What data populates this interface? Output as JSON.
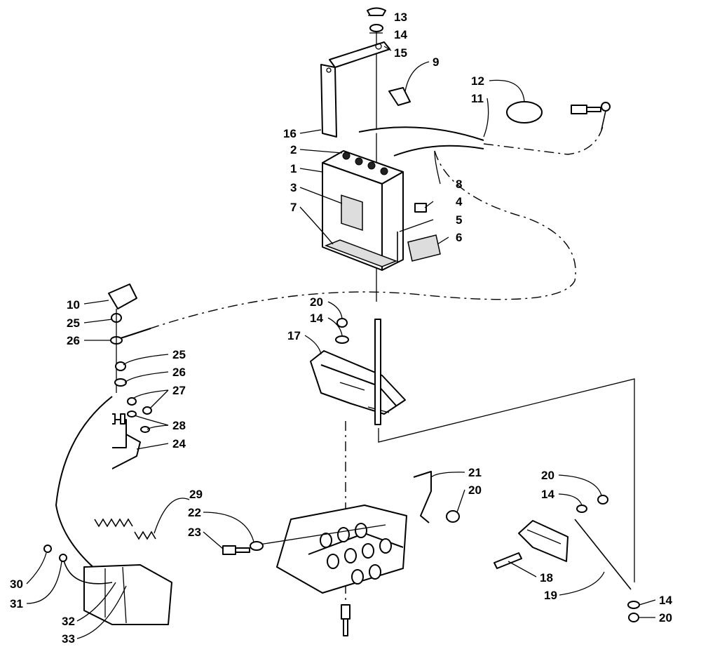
{
  "diagram": {
    "callouts": [
      {
        "id": "c13",
        "text": "13"
      },
      {
        "id": "c14a",
        "text": "14"
      },
      {
        "id": "c15",
        "text": "15"
      },
      {
        "id": "c9",
        "text": "9"
      },
      {
        "id": "c12",
        "text": "12"
      },
      {
        "id": "c11",
        "text": "11"
      },
      {
        "id": "c16",
        "text": "16"
      },
      {
        "id": "c2",
        "text": "2"
      },
      {
        "id": "c1",
        "text": "1"
      },
      {
        "id": "c8",
        "text": "8"
      },
      {
        "id": "c3",
        "text": "3"
      },
      {
        "id": "c4",
        "text": "4"
      },
      {
        "id": "c7",
        "text": "7"
      },
      {
        "id": "c5",
        "text": "5"
      },
      {
        "id": "c6",
        "text": "6"
      },
      {
        "id": "c10",
        "text": "10"
      },
      {
        "id": "c20a",
        "text": "20"
      },
      {
        "id": "c14b",
        "text": "14"
      },
      {
        "id": "c25a",
        "text": "25"
      },
      {
        "id": "c26a",
        "text": "26"
      },
      {
        "id": "c17",
        "text": "17"
      },
      {
        "id": "c25b",
        "text": "25"
      },
      {
        "id": "c26b",
        "text": "26"
      },
      {
        "id": "c27",
        "text": "27"
      },
      {
        "id": "c28",
        "text": "28"
      },
      {
        "id": "c24",
        "text": "24"
      },
      {
        "id": "c21",
        "text": "21"
      },
      {
        "id": "c20b",
        "text": "20"
      },
      {
        "id": "c29",
        "text": "29"
      },
      {
        "id": "c22",
        "text": "22"
      },
      {
        "id": "c20c",
        "text": "20"
      },
      {
        "id": "c14c",
        "text": "14"
      },
      {
        "id": "c23",
        "text": "23"
      },
      {
        "id": "c18",
        "text": "18"
      },
      {
        "id": "c19",
        "text": "19"
      },
      {
        "id": "c14d",
        "text": "14"
      },
      {
        "id": "c20d",
        "text": "20"
      },
      {
        "id": "c30",
        "text": "30"
      },
      {
        "id": "c31",
        "text": "31"
      },
      {
        "id": "c32",
        "text": "32"
      },
      {
        "id": "c33",
        "text": "33"
      }
    ]
  }
}
